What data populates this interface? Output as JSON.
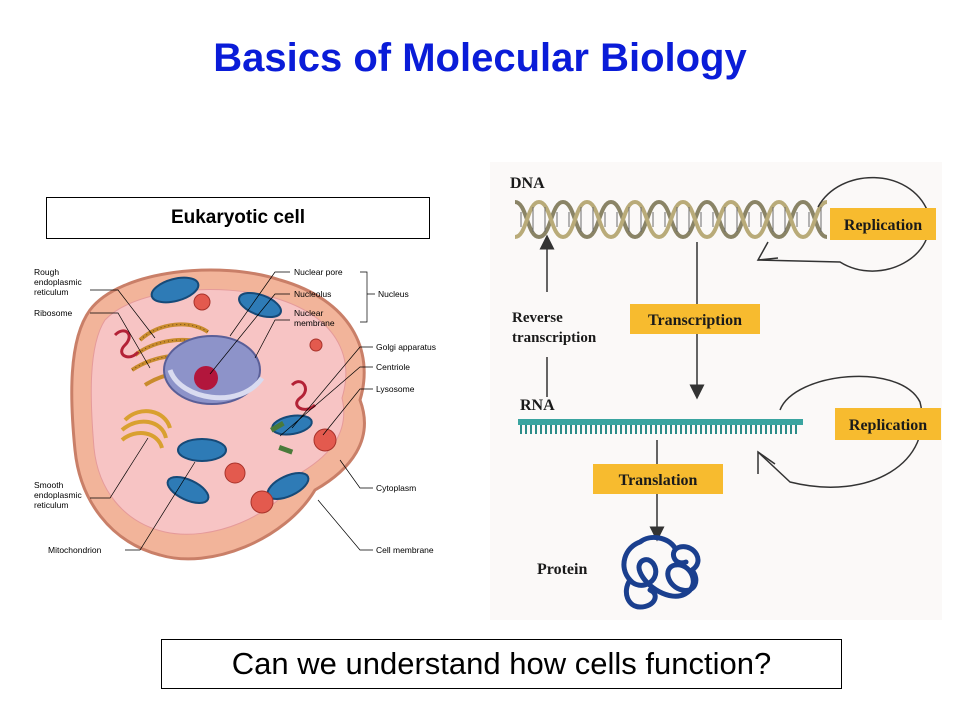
{
  "title": "Basics of Molecular Biology",
  "cell": {
    "heading": "Eukaryotic cell",
    "labels": {
      "rough_er": [
        "Rough",
        "endoplasmic",
        "reticulum"
      ],
      "ribosome": "Ribosome",
      "smooth_er": [
        "Smooth",
        "endoplasmic",
        "reticulum"
      ],
      "mitochondrion": "Mitochondrion",
      "nuclear_pore": "Nuclear pore",
      "nucleolus": "Nucleolus",
      "nuclear_membrane": [
        "Nuclear",
        "membrane"
      ],
      "nucleus": "Nucleus",
      "golgi": "Golgi apparatus",
      "centriole": "Centriole",
      "lysosome": "Lysosome",
      "cytoplasm": "Cytoplasm",
      "cell_membrane": "Cell membrane"
    }
  },
  "flow": {
    "dna": "DNA",
    "rna": "RNA",
    "protein": "Protein",
    "reverse_transcription": [
      "Reverse",
      "transcription"
    ],
    "transcription": "Transcription",
    "translation": "Translation",
    "replication_dna": "Replication",
    "replication_rna": "Replication",
    "box_color": "#f7bb2f"
  },
  "question": "Can we understand how cells function?"
}
